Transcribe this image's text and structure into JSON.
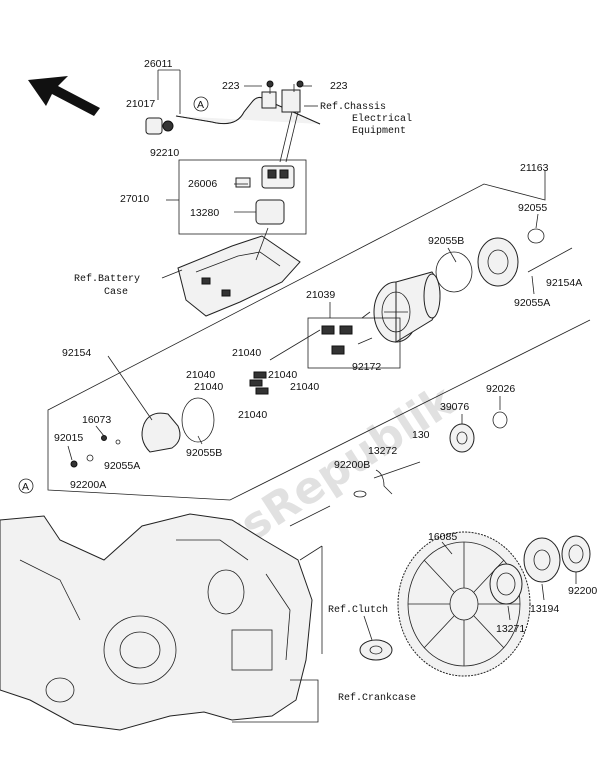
{
  "watermark": "PartsRepublik",
  "callout_letter": "A",
  "refs": {
    "chassis_1": "Ref.Chassis",
    "chassis_2": "Electrical",
    "chassis_3": "Equipment",
    "battery_1": "Ref.Battery",
    "battery_2": "Case",
    "clutch": "Ref.Clutch",
    "crankcase": "Ref.Crankcase"
  },
  "parts": {
    "p26011": "26011",
    "p21017": "21017",
    "p92210": "92210",
    "p223a": "223",
    "p223b": "223",
    "p26006": "26006",
    "p27010": "27010",
    "p13280": "13280",
    "p21163": "21163",
    "p92055": "92055",
    "p92055B_top": "92055B",
    "p92154A": "92154A",
    "p92055A_r": "92055A",
    "p21039": "21039",
    "p92154": "92154",
    "p21040_a": "21040",
    "p21040_b": "21040",
    "p21040_c": "21040",
    "p21040_d": "21040",
    "p21040_e": "21040",
    "p21040_f": "21040",
    "p92172": "92172",
    "p16073": "16073",
    "p92015": "92015",
    "p92055A_l": "92055A",
    "p92200A": "92200A",
    "p92055B_bot": "92055B",
    "p39076": "39076",
    "p92026": "92026",
    "p13272": "13272",
    "p130": "130",
    "p92200B": "92200B",
    "p16085": "16085",
    "p92200": "92200",
    "p13194": "13194",
    "p13271": "13271"
  }
}
